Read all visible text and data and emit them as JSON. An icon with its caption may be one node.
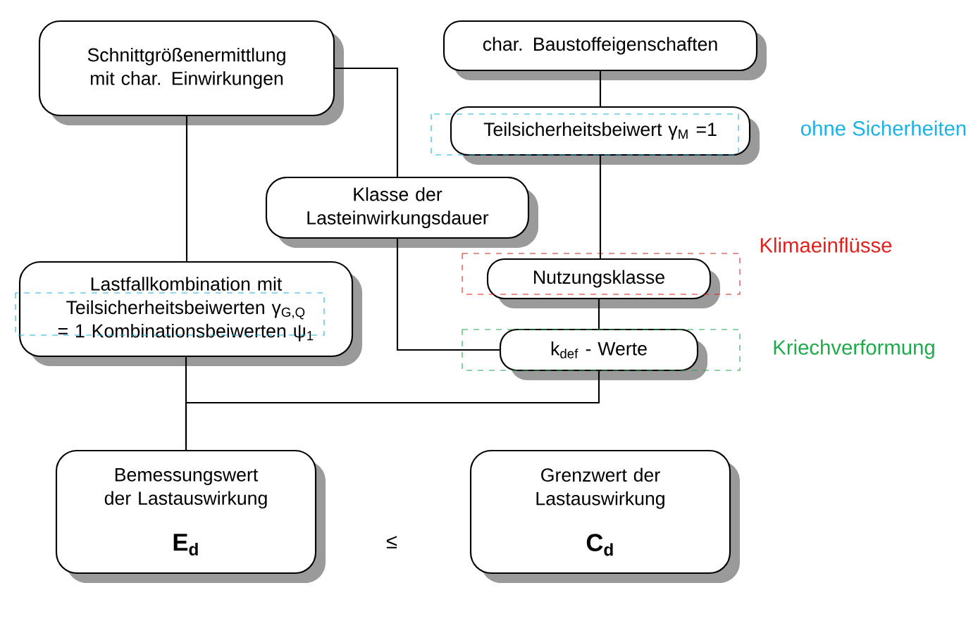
{
  "diagram": {
    "nodes": [
      {
        "text": [
          "Schnittgrößenermittlung mit char. Einwirkungen"
        ]
      },
      {
        "text": [
          "char. Baustoffeigenschaften"
        ]
      },
      {
        "text": [
          "Teilsicherheitsbeiwert γ$_{M}$ =1"
        ]
      },
      {
        "text": [
          "Klasse der Lasteinwirkungsdauer"
        ]
      },
      {
        "text": [
          "Lastfallkombination mit Teilsicherheitsbeiwerten γ$_{G,Q}$ = 1 Kombinationsbeiwerten ψ$_{1}$"
        ]
      },
      {
        "text": [
          "Nutzungsklasse"
        ]
      },
      {
        "text": [
          "k$_{def}$ - Werte"
        ]
      },
      {
        "text": [
          "Bemessungswert der Lastauswirkung",
          "E$_{d}$"
        ]
      },
      {
        "text": [
          "Grenzwert der Lastauswirkung",
          "C$_{d}$"
        ]
      }
    ],
    "edges": [
      {
        "from": 0,
        "to": 4,
        "arrow": "none"
      },
      {
        "from": 0,
        "to": 3,
        "arrow": "none"
      },
      {
        "from": 3,
        "to": 6,
        "arrow": "none"
      },
      {
        "from": 1,
        "to": 2,
        "arrow": "none"
      },
      {
        "from": 2,
        "to": 5,
        "arrow": "none"
      },
      {
        "from": 5,
        "to": 6,
        "arrow": "none"
      },
      {
        "from": 4,
        "to": 7,
        "arrow": "none"
      },
      {
        "from": 6,
        "to": 7,
        "arrow": "none"
      }
    ],
    "labels": [
      "ohne Sicherheiten",
      "Klimaeinflüsse",
      "Kriechverformung",
      "≤"
    ]
  }
}
